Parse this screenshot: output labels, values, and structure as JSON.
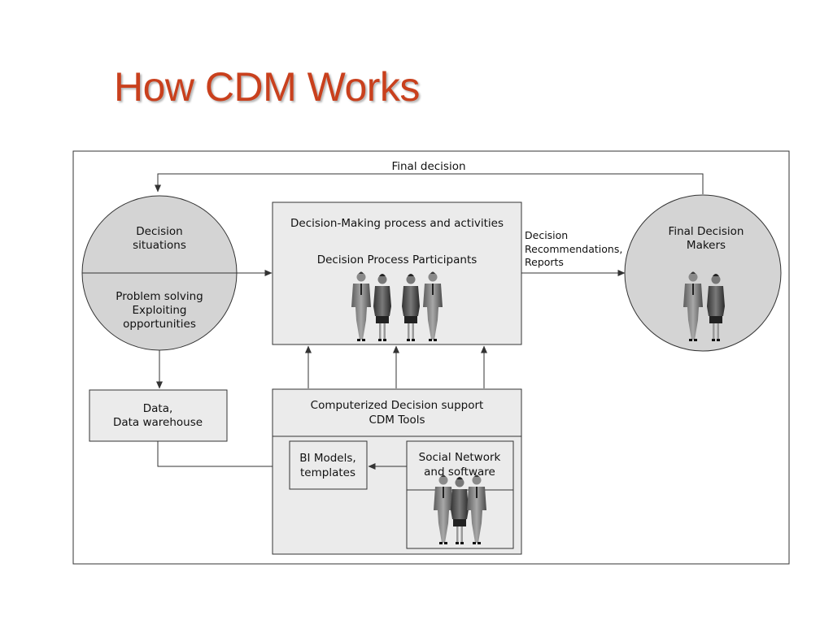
{
  "title": "How CDM Works",
  "colors": {
    "title": "#c9401d",
    "box_fill": "#ebebeb",
    "circle_fill": "#d4d4d4",
    "stroke": "#333333"
  },
  "diagram": {
    "top_arrow_label": "Final decision",
    "decision_circle": {
      "top_lines": [
        "Decision",
        "situations"
      ],
      "bottom_lines": [
        "Problem solving",
        "Exploiting",
        "opportunities"
      ]
    },
    "process_box": {
      "line1": "Decision-Making process and activities",
      "line2": "Decision Process Participants"
    },
    "output_label": [
      "Decision",
      "Recommendations,",
      "Reports"
    ],
    "makers_circle": {
      "lines": [
        "Final Decision",
        "Makers"
      ]
    },
    "data_box": {
      "lines": [
        "Data,",
        "Data warehouse"
      ]
    },
    "support_box": {
      "lines": [
        "Computerized Decision support",
        "CDM Tools"
      ]
    },
    "bi_box": {
      "lines": [
        "BI Models,",
        "templates"
      ]
    },
    "social_box": {
      "lines": [
        "Social Network",
        "and software"
      ]
    },
    "people_icons": {
      "process": "group-of-four-people-icon",
      "makers": "pair-of-people-icon",
      "social": "group-of-three-people-icon"
    }
  }
}
